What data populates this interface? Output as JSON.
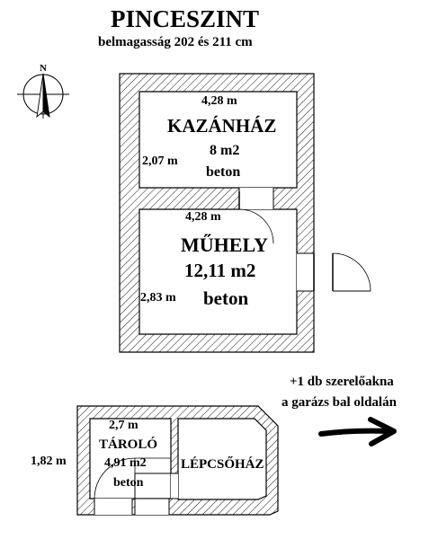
{
  "title": "PINCESZINT",
  "subtitle": "belmagasság 202 és 211 cm",
  "compass_letter": "N",
  "icons": {
    "compass": "north-arrow-icon",
    "arrow": "right-arrow-icon"
  },
  "rooms": {
    "kazanhaz": {
      "width": "4,28 m",
      "name": "KAZÁNHÁZ",
      "area": "8   m2",
      "floor": "beton",
      "depth": "2,07 m"
    },
    "muhely": {
      "width": "4,28 m",
      "name": "MŰHELY",
      "area": "12,11  m2",
      "floor": "beton",
      "depth": "2,83 m"
    },
    "tarolo": {
      "width": "2,7 m",
      "name": "TÁROLÓ",
      "area": "4,91 m2",
      "floor": "beton",
      "depth": "1,82 m"
    },
    "lepcsohaz": {
      "name": "LÉPCSŐHÁZ"
    }
  },
  "note": {
    "line1": "+1 db szerelőakna",
    "line2": "a garázs bal oldalán"
  },
  "colors": {
    "wall_hatch": "#000000",
    "background": "#ffffff"
  }
}
